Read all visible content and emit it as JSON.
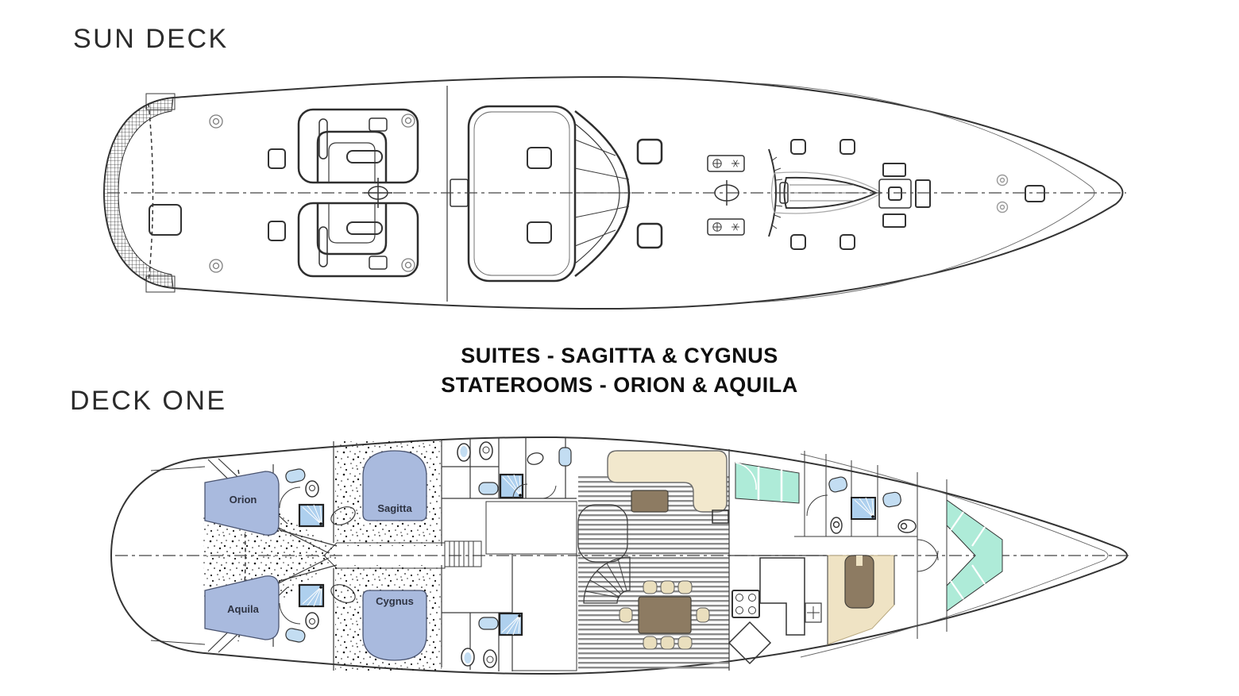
{
  "titles": {
    "sun_deck": "SUN DECK",
    "deck_one": "DECK ONE"
  },
  "caption": {
    "line1": "SUITES - SAGITTA & CYGNUS",
    "line2": "STATEROOMS - ORION & AQUILA"
  },
  "cabins": {
    "orion": "Orion",
    "aquila": "Aquila",
    "sagitta": "Sagitta",
    "cygnus": "Cygnus"
  },
  "colors": {
    "bed_blue": "#a9bade",
    "fixture_blue": "#c3ddf2",
    "shower_blue": "#aed0ee",
    "window_teal": "#aeebd8",
    "sofa_cream": "#f2e8cd",
    "wood_brown": "#8d7b62",
    "chair_cream": "#eadfbe",
    "cabin_tan": "#efe3c4"
  }
}
